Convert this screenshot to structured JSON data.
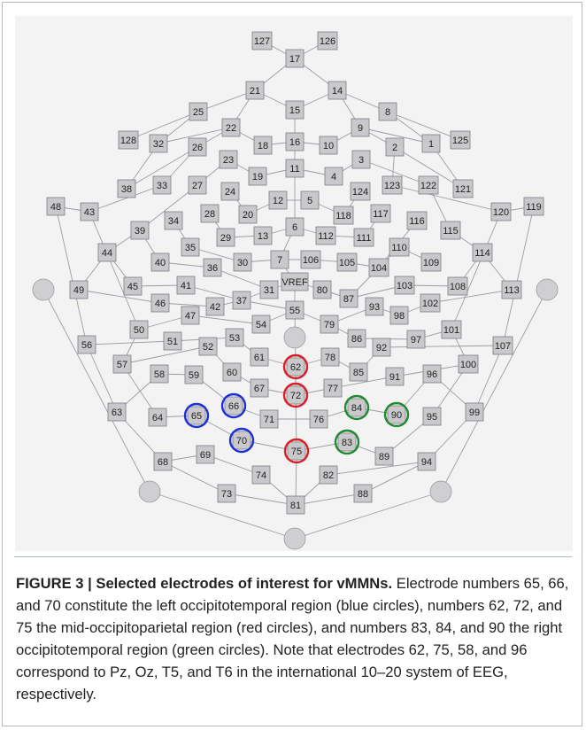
{
  "figure": {
    "electrodes": [
      "127",
      "126",
      "17",
      "21",
      "14",
      "15",
      "25",
      "8",
      "22",
      "9",
      "128",
      "32",
      "26",
      "18",
      "16",
      "10",
      "2",
      "1",
      "125",
      "23",
      "3",
      "11",
      "19",
      "4",
      "38",
      "33",
      "27",
      "24",
      "124",
      "123",
      "122",
      "121",
      "48",
      "43",
      "12",
      "5",
      "20",
      "28",
      "118",
      "117",
      "120",
      "119",
      "34",
      "39",
      "6",
      "13",
      "29",
      "112",
      "111",
      "116",
      "115",
      "35",
      "110",
      "44",
      "114",
      "7",
      "106",
      "105",
      "104",
      "109",
      "40",
      "30",
      "36",
      "41",
      "VREF",
      "103",
      "45",
      "108",
      "49",
      "113",
      "31",
      "80",
      "87",
      "37",
      "42",
      "46",
      "102",
      "93",
      "98",
      "47",
      "55",
      "54",
      "79",
      "86",
      "50",
      "101",
      "97",
      "53",
      "92",
      "51",
      "56",
      "52",
      "107",
      "78",
      "57",
      "59",
      "100",
      "58",
      "96",
      "60",
      "61",
      "85",
      "91",
      "67",
      "77",
      "72",
      "62",
      "63",
      "99",
      "64",
      "71",
      "76",
      "84",
      "90",
      "95",
      "65",
      "66",
      "68",
      "69",
      "89",
      "94",
      "70",
      "75",
      "83",
      "74",
      "82",
      "73",
      "88",
      "81"
    ],
    "ref_sensor_count": 7,
    "highlight_colors": {
      "blue": "#1c2fd4",
      "red": "#d81f26",
      "green": "#1f8a2f"
    },
    "highlighted": {
      "blue": [
        "65",
        "66",
        "70"
      ],
      "red": [
        "62",
        "72",
        "75"
      ],
      "green": [
        "83",
        "84",
        "90"
      ]
    }
  },
  "caption": {
    "label": "FIGURE 3 | Selected electrodes of interest for vMMNs.",
    "text": " Electrode numbers 65, 66, and 70 constitute the left occipitotemporal region (blue circles), numbers 62, 72, and 75 the mid-occipitoparietal region (red circles), and numbers 83, 84, and 90 the right occipitotemporal region (green circles). Note that electrodes 62, 75, 58, and 96 correspond to Pz, Oz, T5, and T6 in the international 10–20 system of EEG, respectively."
  }
}
